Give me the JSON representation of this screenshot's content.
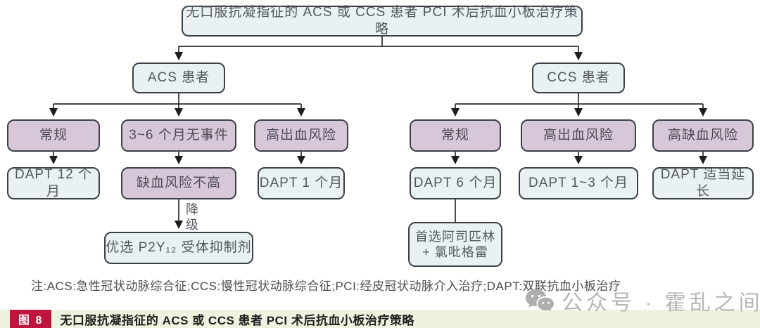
{
  "figure_type": "flowchart",
  "nodes": {
    "root": "无口服抗凝指征的 ACS 或 CCS 患者 PCI 术后抗血小板治疗策略",
    "acs": "ACS 患者",
    "ccs": "CCS 患者",
    "acs_regular": "常规",
    "acs_3to6": "3~6 个月无事件",
    "acs_hbr": "高出血风险",
    "dapt12": "DAPT 12 个月",
    "low_ischemic": "缺血风险不高",
    "dapt1": "DAPT 1 个月",
    "p2y12": "优选 P2Y₁₂ 受体抑制剂",
    "ccs_regular": "常规",
    "ccs_hbr": "高出血风险",
    "ccs_hir": "高缺血风险",
    "dapt6": "DAPT 6 个月",
    "dapt1to3": "DAPT 1~3 个月",
    "dapt_extend": "DAPT 适当延长",
    "aspirin_line1": "首选阿司匹林",
    "aspirin_line2": "+ 氯吡格雷"
  },
  "edge_label": "降级",
  "note": "注:ACS:急性冠状动脉综合征;CCS:慢性冠状动脉综合征;PCI:经皮冠状动脉介入治疗;DAPT:双联抗血小板治疗",
  "caption": {
    "badge": "图 8",
    "text": "无口服抗凝指征的 ACS 或 CCS 患者 PCI 术后抗血小板治疗策略"
  },
  "watermark": {
    "icon": "wechat-icon",
    "text": "公众号 · 霍乱之间"
  },
  "colors": {
    "blue_fill": "#e9f1f3",
    "purple_fill": "#d6c7d9",
    "node_border": "#3d4147",
    "connector": "#2b2b2b",
    "caption_bg": "#eef3df",
    "badge_bg": "#c0143c",
    "badge_text": "#ffffff",
    "watermark_gray": "#b6b6b6"
  }
}
